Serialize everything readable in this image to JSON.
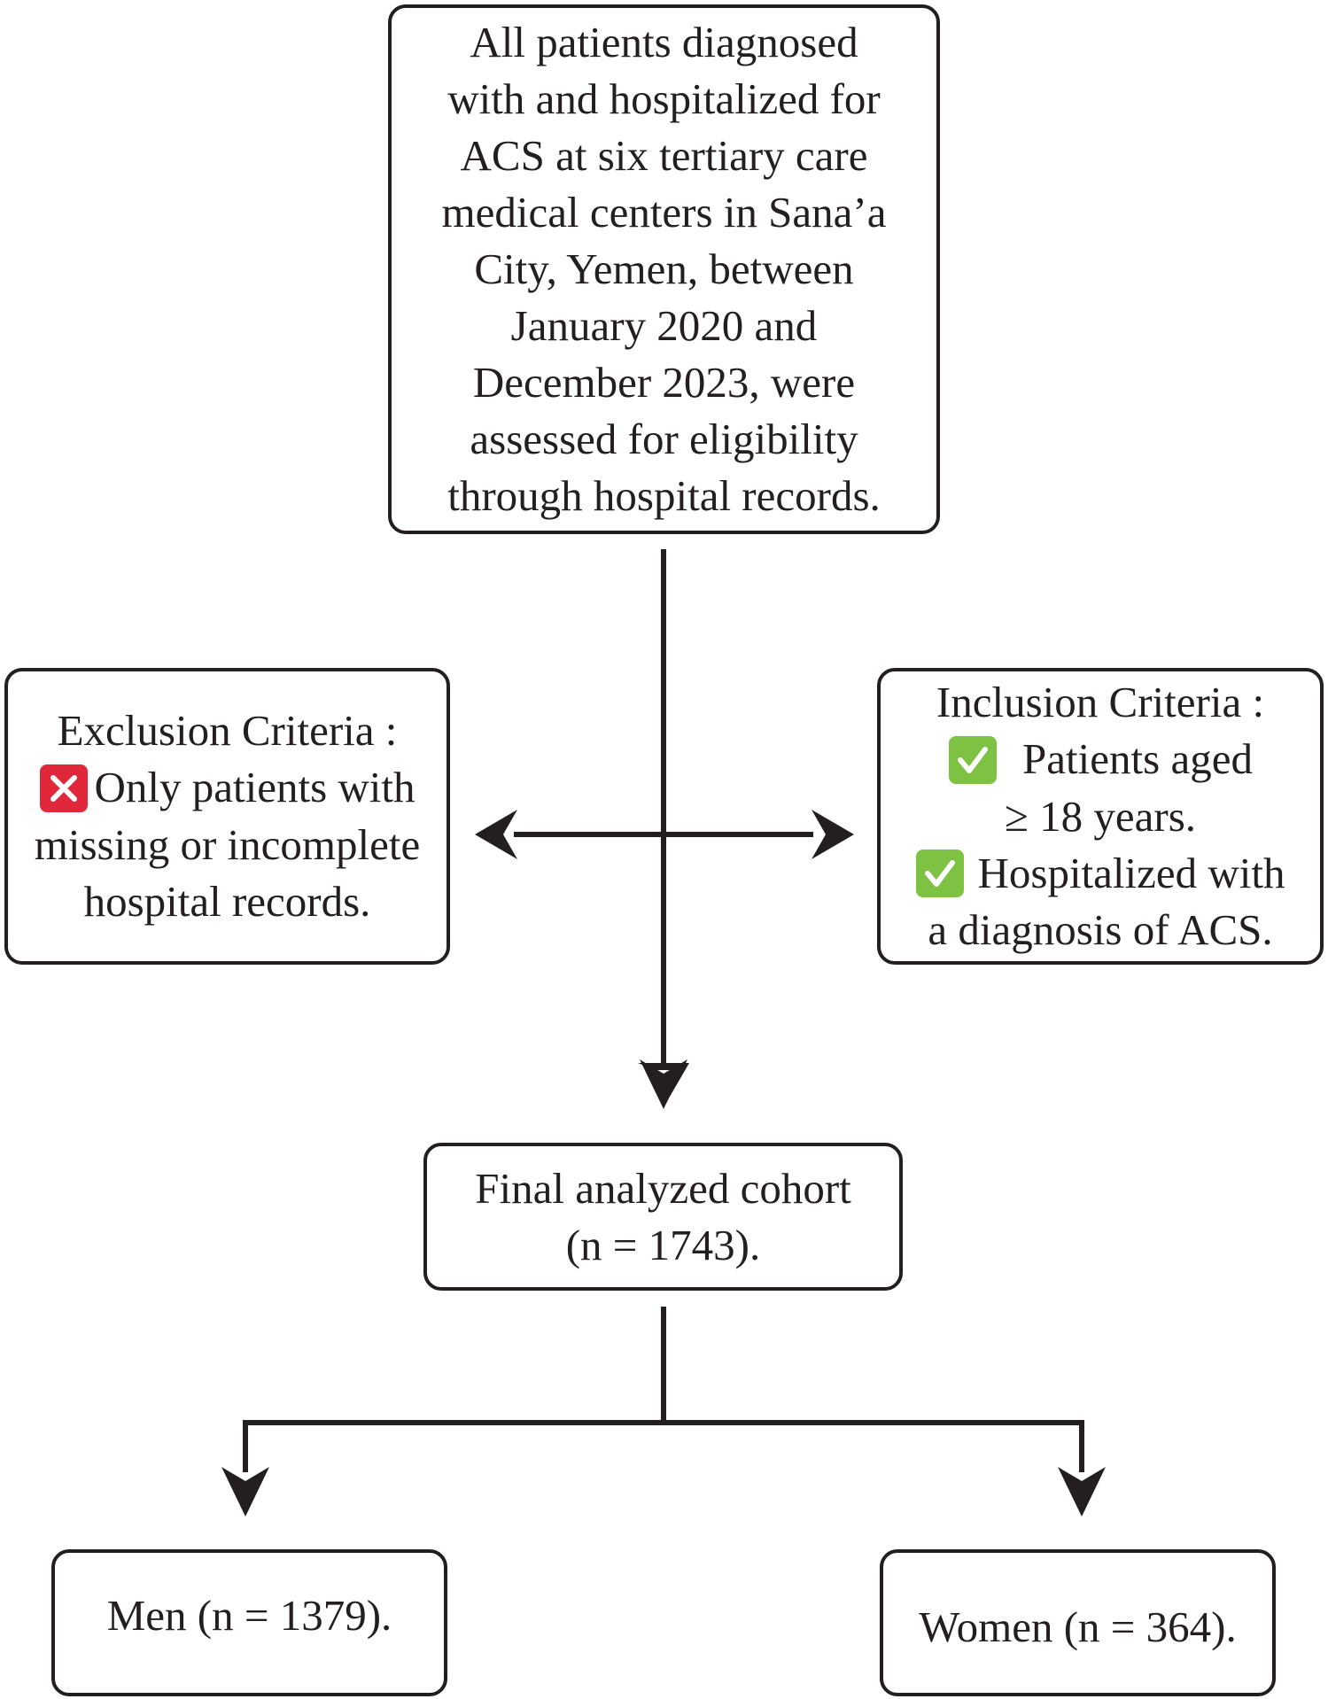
{
  "top_box": {
    "lines": [
      "All patients diagnosed",
      "with and hospitalized for",
      "ACS at six tertiary care",
      "medical centers in Sana’a",
      "City, Yemen, between",
      "January 2020 and",
      "December 2023, were",
      "assessed for eligibility",
      "through hospital records."
    ]
  },
  "exclusion": {
    "title": "Exclusion Criteria :",
    "lines": [
      "Only patients with",
      "missing or incomplete",
      "hospital records."
    ],
    "icon": "red-x-icon",
    "icon_color": "#e0283a"
  },
  "inclusion": {
    "title": "Inclusion Criteria :",
    "item1_line1": "Patients aged",
    "item1_line2": "≥ 18 years.",
    "item2_line1": "Hospitalized with",
    "item2_line2": "a diagnosis of ACS.",
    "icon": "green-check-icon",
    "icon_color": "#7dc242"
  },
  "cohort": {
    "lines": [
      "Final analyzed cohort",
      "(n = 1743)."
    ]
  },
  "men": {
    "label": "Men (n = 1379)."
  },
  "women": {
    "label": "Women (n = 364)."
  }
}
